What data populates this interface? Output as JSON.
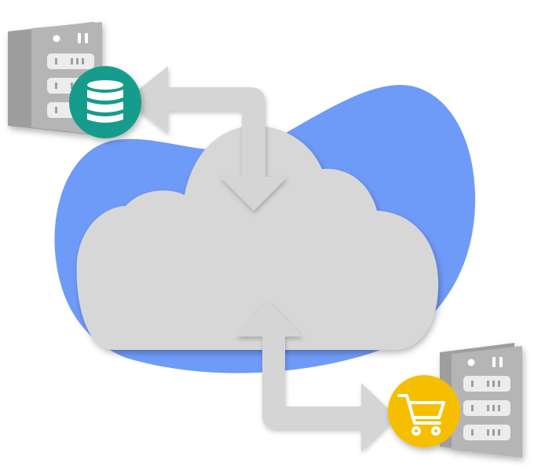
{
  "colors": {
    "background": "#ffffff",
    "blob": "#6f9bf8",
    "cloud": "#d7d7d7",
    "arrow": "#d5d5d5",
    "server_body": "#9e9e9e",
    "server_front": "#b5b5b5",
    "server_slot": "#ececec",
    "server_dot": "#ffffff",
    "database_badge": "#179c8c",
    "cart_badge": "#f5bf00",
    "badge_icon": "#ffffff"
  },
  "nodes": [
    {
      "id": "database-server",
      "icon": "server-icon",
      "badge_icon": "database-icon"
    },
    {
      "id": "cloud",
      "icon": "cloud-icon"
    },
    {
      "id": "shop-server",
      "icon": "server-icon",
      "badge_icon": "shopping-cart-icon"
    }
  ],
  "edges": [
    {
      "id": "db-cloud-link",
      "from": "database-server",
      "to": "cloud",
      "direction": "bidirectional"
    },
    {
      "id": "cloud-shop-link",
      "from": "cloud",
      "to": "shop-server",
      "direction": "bidirectional"
    }
  ]
}
